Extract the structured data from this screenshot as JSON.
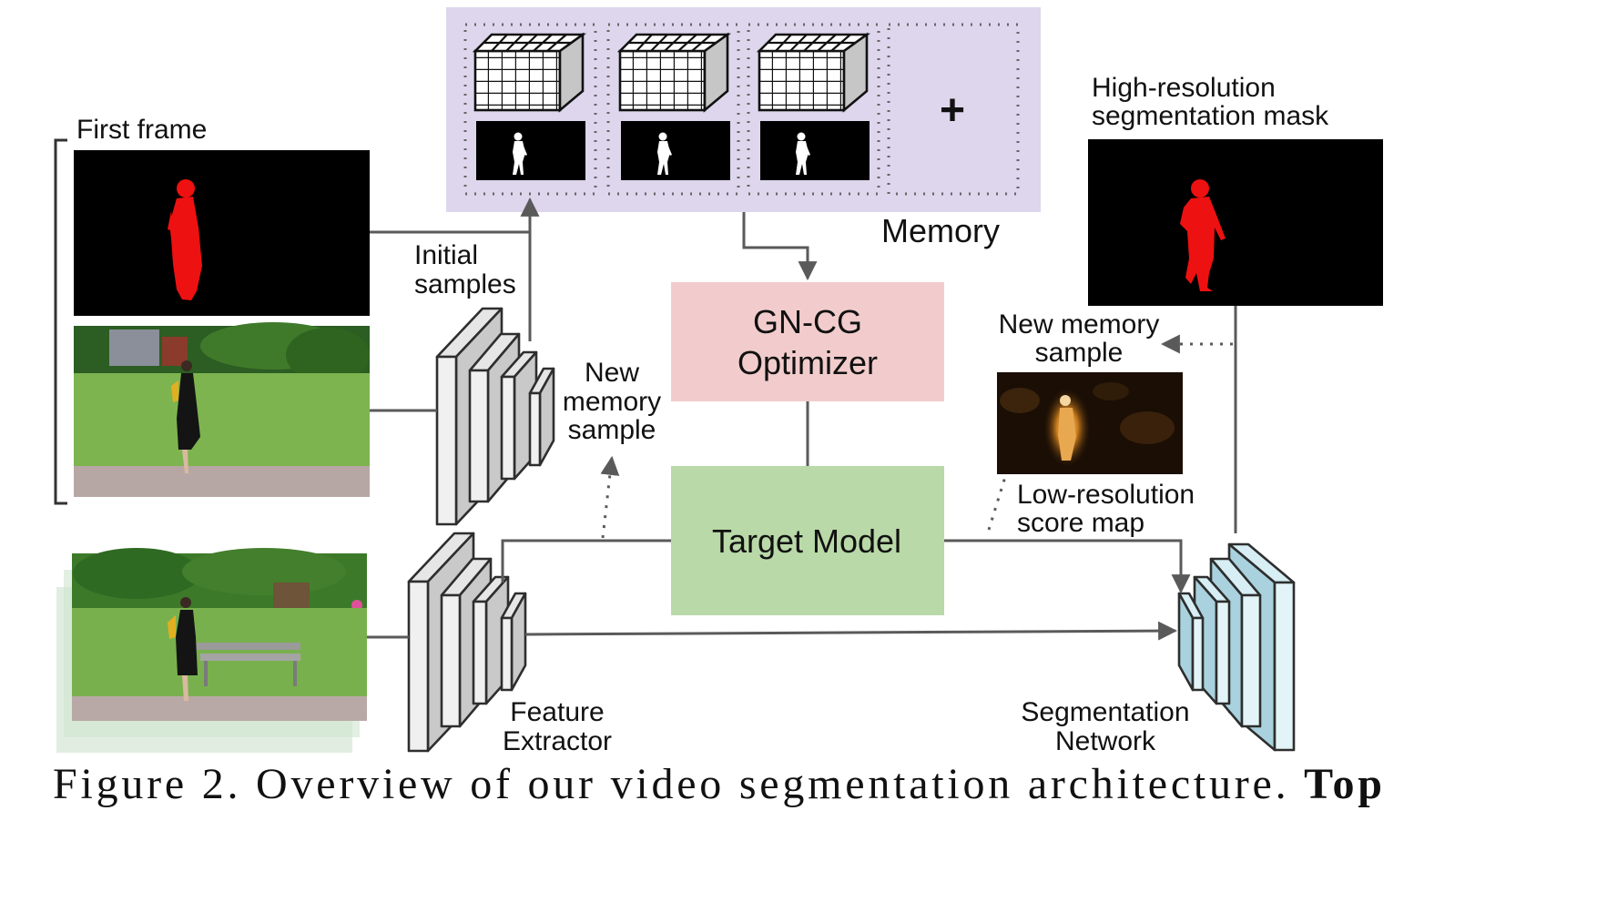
{
  "labels": {
    "first_frame": "First frame",
    "initial_samples": [
      "Initial",
      "samples"
    ],
    "new_memory_sample_left": [
      "New",
      "memory",
      "sample"
    ],
    "memory": "Memory",
    "plus": "+",
    "optimizer": [
      "GN-CG",
      "Optimizer"
    ],
    "target_model": "Target Model",
    "high_res_mask": [
      "High-resolution",
      "segmentation mask"
    ],
    "new_memory_sample_right": [
      "New memory",
      "sample"
    ],
    "low_res_score_map": [
      "Low-resolution",
      "score map"
    ],
    "feature_extractor": [
      "Feature",
      "Extractor"
    ],
    "segmentation_network": [
      "Segmentation",
      "Network"
    ]
  },
  "caption": {
    "prefix": "Figure 2. Overview of our video segmentation architecture.",
    "bold": "Top"
  },
  "colors": {
    "memory_bg": "#ddd6ec",
    "optimizer_bg": "#f2cccc",
    "target_model_bg": "#b9d9a8",
    "mask_red": "#ee1111",
    "encoder_gray": "#c9c9c9",
    "decoder_blue": "#a9d2de",
    "line": "#5a5a5a"
  },
  "icons": {
    "memory_cube": "feature-cube-icon",
    "silhouette": "person-silhouette-icon"
  }
}
